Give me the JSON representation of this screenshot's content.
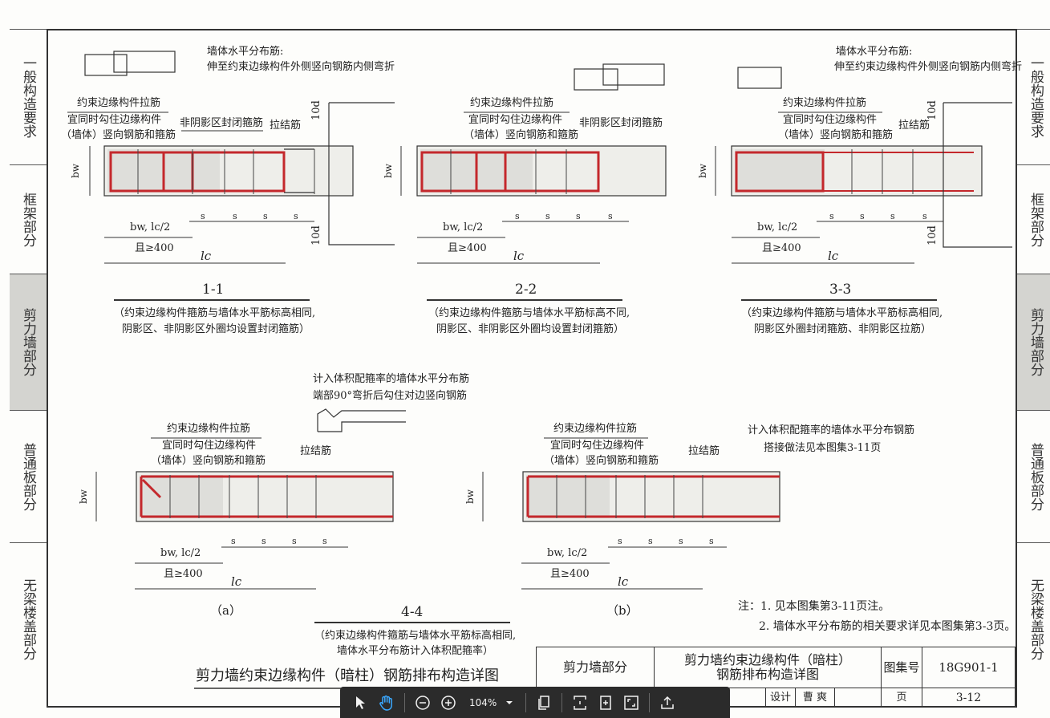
{
  "side_tabs": [
    {
      "label": "一般构造要求",
      "active": false
    },
    {
      "label": "框架部分",
      "active": false
    },
    {
      "label": "剪力墙部分",
      "active": true
    },
    {
      "label": "普通板部分",
      "active": false
    },
    {
      "label": "无梁楼盖部分",
      "active": false
    }
  ],
  "labels": {
    "wall_h_top": "墙体水平分布筋:",
    "wall_h_sub": "伸至约束边缘构件外侧竖向钢筋内侧弯折",
    "tie_title": "约束边缘构件拉筋",
    "tie_sub1": "宜同时勾住边缘构件",
    "tie_sub2": "（墙体）竖向钢筋和箍筋",
    "non_shadow": "非阴影区封闭箍筋",
    "tie_bar": "拉结筋",
    "bw": "bw",
    "d10": "10d",
    "s": "s",
    "bw_lc2": "bw, lc/2",
    "ge400": "且≥400",
    "lc": "lc",
    "sec_1_1": "1-1",
    "sec_2_2": "2-2",
    "sec_3_3": "3-3",
    "sec_4_4": "4-4",
    "note_1_1_a": "（约束边缘构件箍筋与墙体水平筋标高相同,",
    "note_1_1_b": "阴影区、非阴影区外圈均设置封闭箍筋）",
    "note_2_2_a": "（约束边缘构件箍筋与墙体水平筋标高不同,",
    "note_2_2_b": "阴影区、非阴影区外圈均设置封闭箍筋）",
    "note_3_3_a": "（约束边缘构件箍筋与墙体水平筋标高相同,",
    "note_3_3_b": "阴影区外圈封闭箍筋、非阴影区拉筋）",
    "note_4_4_a": "（约束边缘构件箍筋与墙体水平筋标高相同,",
    "note_4_4_b": "墙体水平分布筋计入体积配箍率）",
    "calc_a_1": "计入体积配箍率的墙体水平分布筋",
    "calc_a_2": "端部90°弯折后勾住对边竖向钢筋",
    "calc_b_1": "计入体积配箍率的墙体水平分布钢筋",
    "calc_b_2": "搭接做法见本图集3-11页",
    "sub_a": "（a）",
    "sub_b": "（b）",
    "notes_1": "注：1. 见本图集第3-11页注。",
    "notes_2": "2. 墙体水平分布筋的相关要求详见本图集第3-3页。",
    "main_title": "剪力墙约束边缘构件（暗柱）钢筋排布构造详图"
  },
  "title_block": {
    "section": "剪力墙部分",
    "drawing_title_1": "剪力墙约束边缘构件（暗柱）",
    "drawing_title_2": "钢筋排布构造详图",
    "atlas_label": "图集号",
    "atlas_no": "18G901-1",
    "design_label": "设计",
    "designer": "曹 爽",
    "page_label": "页",
    "page_no": "3-12"
  },
  "toolbar": {
    "zoom": "104%"
  },
  "colors": {
    "rebar_red": "#c4282c",
    "shade": "#e3e3df",
    "line": "#333333",
    "toolbar_bg": "#2b2b2b"
  }
}
